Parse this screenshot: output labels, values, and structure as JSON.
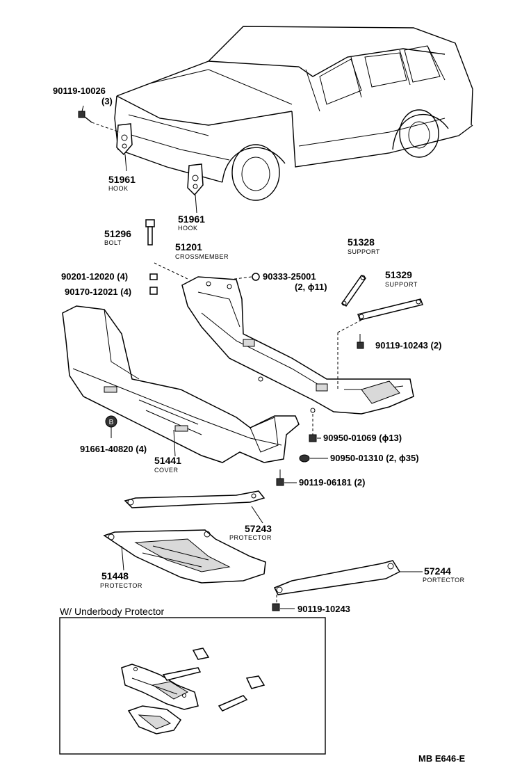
{
  "labels": {
    "p_90119_10026": "90119-10026",
    "p_90119_10026_qty": "(3)",
    "p_51961_a": "51961",
    "p_51961_a_name": "HOOK",
    "p_51961_b": "51961",
    "p_51961_b_name": "HOOK",
    "p_51296": "51296",
    "p_51296_name": "BOLT",
    "p_51201": "51201",
    "p_51201_name": "CROSSMEMBER",
    "p_51328": "51328",
    "p_51328_name": "SUPPORT",
    "p_51329": "51329",
    "p_51329_name": "SUPPORT",
    "p_90201_12020": "90201-12020 (4)",
    "p_90170_12021": "90170-12021 (4)",
    "p_90333_25001": "90333-25001",
    "p_90333_25001_qty": "(2, ϕ11)",
    "p_90119_10243_a": "90119-10243 (2)",
    "p_91661_40820": "91661-40820 (4)",
    "p_51441": "51441",
    "p_51441_name": "COVER",
    "p_90950_01069": "90950-01069 (ϕ13)",
    "p_90950_01310": "90950-01310 (2, ϕ35)",
    "p_90119_06181": "90119-06181 (2)",
    "p_57243": "57243",
    "p_57243_name": "PROTECTOR",
    "p_51448": "51448",
    "p_51448_name": "PROTECTOR",
    "p_57244": "57244",
    "p_57244_name": "PORTECTOR",
    "p_90119_10243_b": "90119-10243",
    "b_marker": "B",
    "inset_title": "W/ Underbody Protector",
    "footer_code": "MB  E646-E"
  }
}
